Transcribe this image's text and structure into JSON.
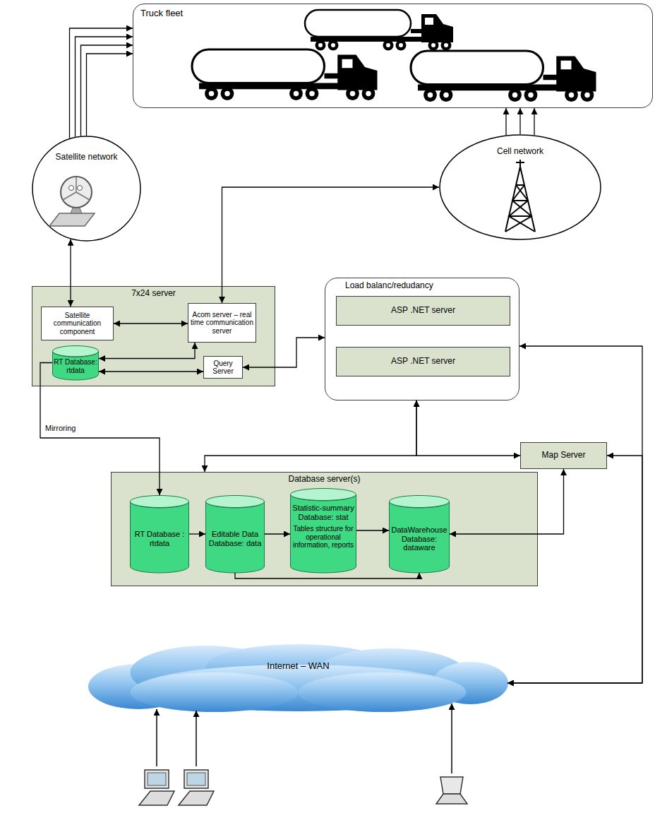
{
  "diagram": {
    "nodes": [
      {
        "text": [
          "Truck fleet"
        ]
      },
      {
        "text": [
          "Satellite network"
        ]
      },
      {
        "text": [
          "Cell network"
        ]
      },
      {
        "text": [
          "7x24 server"
        ]
      },
      {
        "text": [
          "Satellite communication component"
        ],
        "in": 3
      },
      {
        "text": [
          "Acom server – real time communication server"
        ],
        "in": 3
      },
      {
        "text": [
          "RT Database: rtdata"
        ],
        "in": 3
      },
      {
        "text": [
          "Query Server"
        ],
        "in": 3
      },
      {
        "text": [
          "Load balanc/redudancy"
        ]
      },
      {
        "text": [
          "ASP .NET server"
        ],
        "in": 8
      },
      {
        "text": [
          "ASP .NET server"
        ],
        "in": 8
      },
      {
        "text": [
          "Map Server"
        ]
      },
      {
        "text": [
          "Database server(s)"
        ]
      },
      {
        "text": [
          "RT Database : rtdata"
        ],
        "in": 12
      },
      {
        "text": [
          "Editable Data Database: data"
        ],
        "in": 12
      },
      {
        "text": [
          "Statistic-summary Database: stat",
          "Tables structure for operational information, reports"
        ],
        "in": 12
      },
      {
        "text": [
          "DataWarehouse Database: dataware"
        ],
        "in": 12
      },
      {
        "text": [
          "Internet – WAN"
        ]
      }
    ],
    "edges": [
      {
        "from": 1,
        "to": 0,
        "arrow": "to"
      },
      {
        "from": 1,
        "to": 0,
        "arrow": "to"
      },
      {
        "from": 1,
        "to": 0,
        "arrow": "to"
      },
      {
        "from": 1,
        "to": 0,
        "arrow": "to"
      },
      {
        "from": 2,
        "to": 0,
        "arrow": "to"
      },
      {
        "from": 2,
        "to": 0,
        "arrow": "to"
      },
      {
        "from": 2,
        "to": 0,
        "arrow": "to"
      },
      {
        "from": 1,
        "to": 4,
        "arrow": "both"
      },
      {
        "from": 5,
        "to": 2,
        "arrow": "both"
      },
      {
        "from": 4,
        "to": 5,
        "arrow": "both"
      },
      {
        "from": 5,
        "to": 6,
        "arrow": "both"
      },
      {
        "from": 6,
        "to": 7,
        "arrow": "both"
      },
      {
        "from": 7,
        "to": 8,
        "arrow": "both"
      },
      {
        "from": 6,
        "to": 13,
        "label": "Mirroring",
        "arrow": "to"
      },
      {
        "from": 13,
        "to": 14,
        "arrow": "to"
      },
      {
        "from": 14,
        "to": 15,
        "arrow": "to"
      },
      {
        "from": 15,
        "to": 16,
        "arrow": "to"
      },
      {
        "from": 14,
        "to": 16,
        "arrow": "to"
      },
      {
        "from": 12,
        "to": 8,
        "arrow": "both"
      },
      {
        "from": 11,
        "to": 8,
        "arrow": "both"
      },
      {
        "from": 16,
        "to": 11,
        "arrow": "both"
      },
      {
        "from": 17,
        "to": 8,
        "arrow": "both"
      },
      {
        "from": 17,
        "to": 11,
        "arrow": "both"
      }
    ]
  }
}
